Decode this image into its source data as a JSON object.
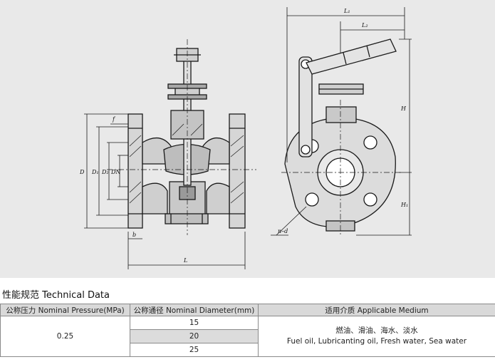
{
  "drawing": {
    "labels": {
      "f": "f",
      "D": "D",
      "D1": "D₁",
      "D2": "D₂",
      "DN": "DN",
      "b": "b",
      "L": "L",
      "L1": "L₁",
      "L2": "L₂",
      "H": "H",
      "H1": "H₁",
      "n_d": "n–d"
    }
  },
  "section_title": "性能规范 Technical Data",
  "table": {
    "headers": [
      "公称压力 Nominal Pressure(MPa)",
      "公称通径 Nominal Diameter(mm)",
      "适用介质 Applicable Medium"
    ],
    "pressure": "0.25",
    "diameters": [
      "15",
      "20",
      "25"
    ],
    "medium_cn": "燃油、滑油、海水、淡水",
    "medium_en": "Fuel oil, Lubricanting oil, Fresh water, Sea water"
  }
}
